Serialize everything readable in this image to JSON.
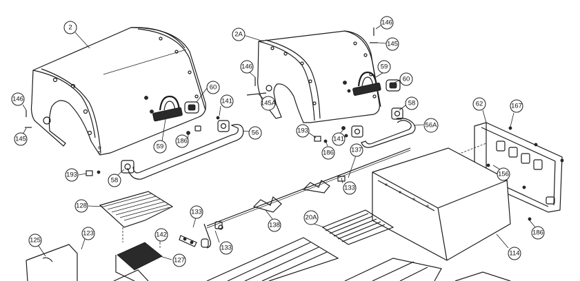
{
  "callouts": [
    {
      "id": "c2",
      "label": "2"
    },
    {
      "id": "c2a",
      "label": "2A"
    },
    {
      "id": "c146a",
      "label": "146"
    },
    {
      "id": "c145a",
      "label": "145"
    },
    {
      "id": "c146b",
      "label": "146"
    },
    {
      "id": "c145b",
      "label": "145A"
    },
    {
      "id": "c146c",
      "label": "146"
    },
    {
      "id": "c145c",
      "label": "145"
    },
    {
      "id": "c60a",
      "label": "60"
    },
    {
      "id": "c59a",
      "label": "59"
    },
    {
      "id": "c141a",
      "label": "141"
    },
    {
      "id": "c56",
      "label": "56"
    },
    {
      "id": "c186a",
      "label": "186"
    },
    {
      "id": "c193a",
      "label": "193"
    },
    {
      "id": "c58a",
      "label": "58"
    },
    {
      "id": "c59b",
      "label": "59"
    },
    {
      "id": "c60b",
      "label": "60"
    },
    {
      "id": "c58b",
      "label": "58"
    },
    {
      "id": "c56a",
      "label": "56A"
    },
    {
      "id": "c193b",
      "label": "193"
    },
    {
      "id": "c141b",
      "label": "141"
    },
    {
      "id": "c186b",
      "label": "186"
    },
    {
      "id": "c137",
      "label": "137"
    },
    {
      "id": "c62",
      "label": "62"
    },
    {
      "id": "c167",
      "label": "167"
    },
    {
      "id": "c156",
      "label": "156"
    },
    {
      "id": "c186c",
      "label": "186"
    },
    {
      "id": "c133a",
      "label": "133"
    },
    {
      "id": "c133b",
      "label": "133"
    },
    {
      "id": "c133c",
      "label": "133"
    },
    {
      "id": "c138",
      "label": "138"
    },
    {
      "id": "c20a",
      "label": "20A"
    },
    {
      "id": "c114",
      "label": "114"
    },
    {
      "id": "c128",
      "label": "128"
    },
    {
      "id": "c142",
      "label": "142"
    },
    {
      "id": "c127",
      "label": "127"
    },
    {
      "id": "c125",
      "label": "125"
    },
    {
      "id": "c123",
      "label": "123"
    }
  ]
}
